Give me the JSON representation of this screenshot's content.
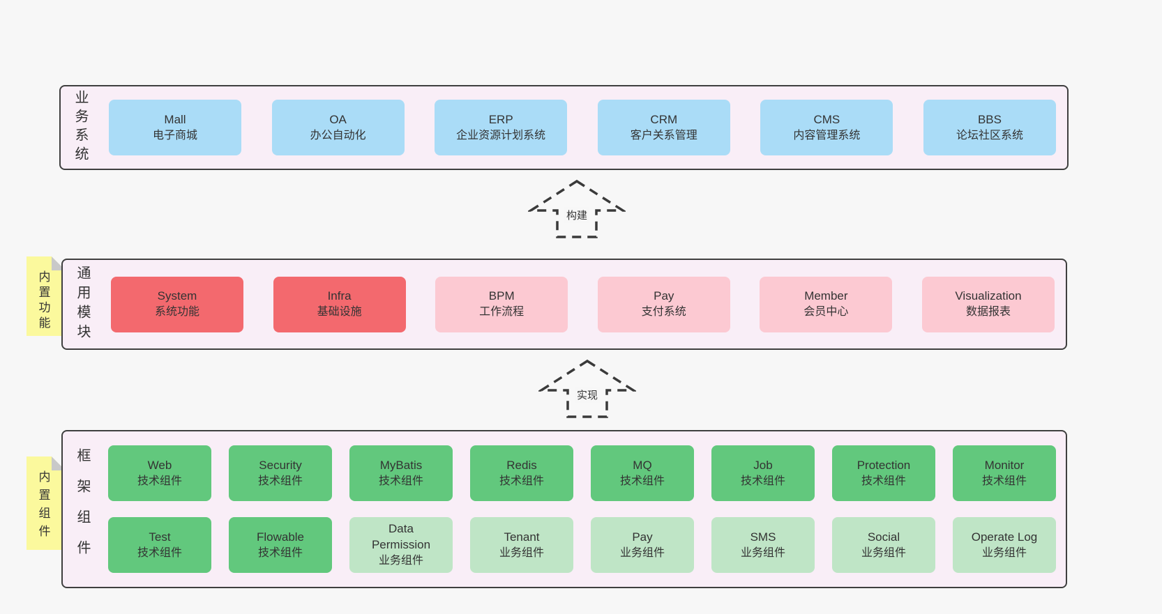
{
  "colors": {
    "page_bg": "#f7f7f7",
    "panel_bg": "#f9eef7",
    "panel_border": "#3f3f3f",
    "blue": "#aadcf7",
    "red": "#f3696e",
    "pink": "#fcc9d2",
    "green": "#62c87d",
    "light_green": "#bfe5c6",
    "note_bg": "#fbf99d",
    "note_fold": "#c9c9c9",
    "text": "#333333"
  },
  "arrows": {
    "build_label": "构建",
    "implement_label": "实现"
  },
  "sections": {
    "business": {
      "label": "业务系统",
      "boxes": [
        {
          "title": "Mall",
          "subtitle": "电子商城"
        },
        {
          "title": "OA",
          "subtitle": "办公自动化"
        },
        {
          "title": "ERP",
          "subtitle": "企业资源计划系统"
        },
        {
          "title": "CRM",
          "subtitle": "客户关系管理"
        },
        {
          "title": "CMS",
          "subtitle": "内容管理系统"
        },
        {
          "title": "BBS",
          "subtitle": "论坛社区系统"
        }
      ]
    },
    "modules": {
      "label": "通用模块",
      "note": "内置功能",
      "boxes": [
        {
          "title": "System",
          "subtitle": "系统功能"
        },
        {
          "title": "Infra",
          "subtitle": "基础设施"
        },
        {
          "title": "BPM",
          "subtitle": "工作流程"
        },
        {
          "title": "Pay",
          "subtitle": "支付系统"
        },
        {
          "title": "Member",
          "subtitle": "会员中心"
        },
        {
          "title": "Visualization",
          "subtitle": "数据报表"
        }
      ]
    },
    "components": {
      "label": "框架组件",
      "note": "内置组件",
      "rows": [
        [
          {
            "title": "Web",
            "subtitle": "技术组件"
          },
          {
            "title": "Security",
            "subtitle": "技术组件"
          },
          {
            "title": "MyBatis",
            "subtitle": "技术组件"
          },
          {
            "title": "Redis",
            "subtitle": "技术组件"
          },
          {
            "title": "MQ",
            "subtitle": "技术组件"
          },
          {
            "title": "Job",
            "subtitle": "技术组件"
          },
          {
            "title": "Protection",
            "subtitle": "技术组件"
          },
          {
            "title": "Monitor",
            "subtitle": "技术组件"
          }
        ],
        [
          {
            "title": "Test",
            "subtitle": "技术组件"
          },
          {
            "title": "Flowable",
            "subtitle": "技术组件"
          },
          {
            "title": "Data\nPermission",
            "subtitle": "业务组件"
          },
          {
            "title": "Tenant",
            "subtitle": "业务组件"
          },
          {
            "title": "Pay",
            "subtitle": "业务组件"
          },
          {
            "title": "SMS",
            "subtitle": "业务组件"
          },
          {
            "title": "Social",
            "subtitle": "业务组件"
          },
          {
            "title": "Operate Log",
            "subtitle": "业务组件"
          }
        ]
      ]
    }
  }
}
